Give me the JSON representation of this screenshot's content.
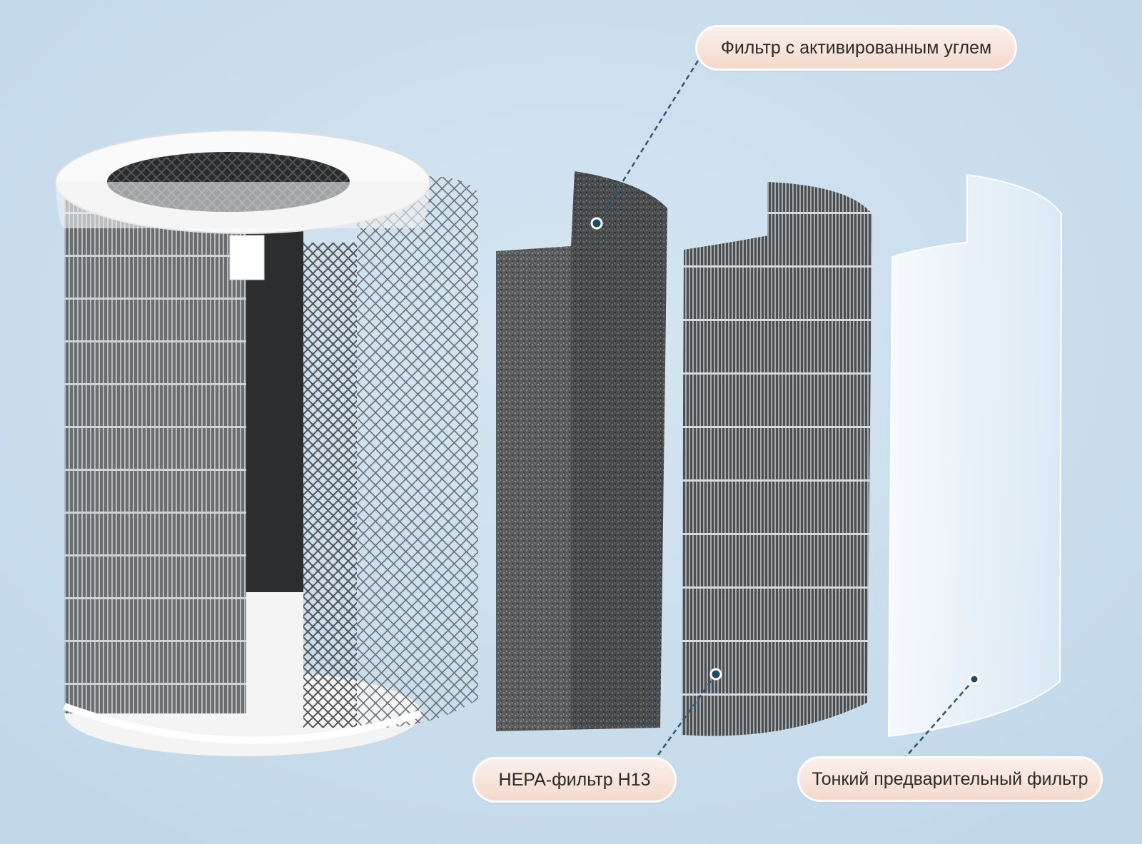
{
  "labels": {
    "carbon": "Фильтр с активированным углем",
    "hepa": "HEPA-фильтр H13",
    "prefilter": "Тонкий предварительный фильтр"
  },
  "colors": {
    "background": "#c9dded",
    "pill_top": "#fbf1ec",
    "pill_bottom": "#f4d9cc",
    "callout_line": "#2c5870"
  }
}
